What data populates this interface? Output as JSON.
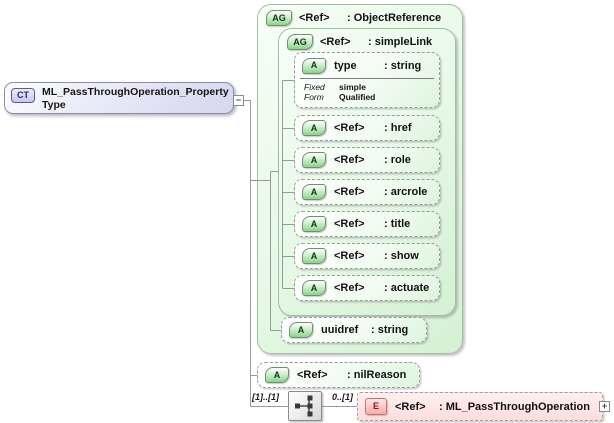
{
  "root": {
    "badge": "CT",
    "name": "ML_PassThroughOperation_PropertyType",
    "collapse_glyph": "−"
  },
  "object_reference": {
    "badge": "AG",
    "ref": "<Ref>",
    "type": ": ObjectReference"
  },
  "simple_link": {
    "badge": "AG",
    "ref": "<Ref>",
    "type": ": simpleLink"
  },
  "type_attr": {
    "badge": "A",
    "name": "type",
    "type": ": string",
    "facets": [
      {
        "label": "Fixed",
        "value": "simple"
      },
      {
        "label": "Form",
        "value": "Qualified"
      }
    ]
  },
  "attrs": [
    {
      "badge": "A",
      "ref": "<Ref>",
      "type": ": href"
    },
    {
      "badge": "A",
      "ref": "<Ref>",
      "type": ": role"
    },
    {
      "badge": "A",
      "ref": "<Ref>",
      "type": ": arcrole"
    },
    {
      "badge": "A",
      "ref": "<Ref>",
      "type": ": title"
    },
    {
      "badge": "A",
      "ref": "<Ref>",
      "type": ": show"
    },
    {
      "badge": "A",
      "ref": "<Ref>",
      "type": ": actuate"
    }
  ],
  "uuidref_attr": {
    "badge": "A",
    "name": "uuidref",
    "type": ": string"
  },
  "nilreason_attr": {
    "badge": "A",
    "ref": "<Ref>",
    "type": ": nilReason"
  },
  "compositor": {
    "left_cardinality": "[1]..[1]",
    "right_cardinality": "0..[1]"
  },
  "element": {
    "badge": "E",
    "ref": "<Ref>",
    "type": ": ML_PassThroughOperation",
    "expand_glyph": "+"
  },
  "colors": {
    "green_fill": "#e6f9e6",
    "green_border": "#a3bfa3",
    "purple_fill": "#dcdcf0",
    "pink_fill": "#ffe2e2",
    "wire": "#999999"
  }
}
